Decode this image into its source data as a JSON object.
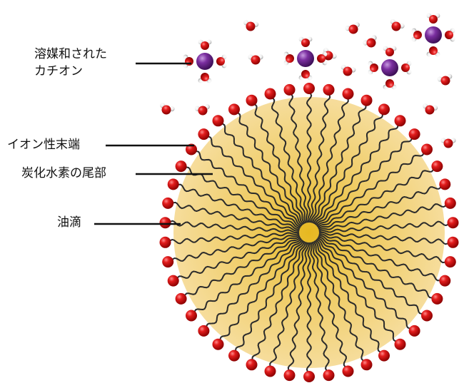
{
  "labels": {
    "solvated_cation_line1": "溶媒和された",
    "solvated_cation_line2": "カチオン",
    "ionic_head": "イオン性末端",
    "hydrocarbon_tail": "炭化水素の尾部",
    "oil_droplet": "油滴"
  },
  "colors": {
    "droplet_center": "#e8be2c",
    "droplet_edge": "#f6dc9a",
    "head_group": "#d81818",
    "tail": "#2b2b2b",
    "cation": "#7a2a9a",
    "water_oxygen": "#d81818",
    "water_hydrogen": "#f4f4f4",
    "leader_line": "#111111"
  },
  "icons": [
    "micelle-diagram",
    "solvated-cation-icon",
    "water-molecule-icon"
  ]
}
